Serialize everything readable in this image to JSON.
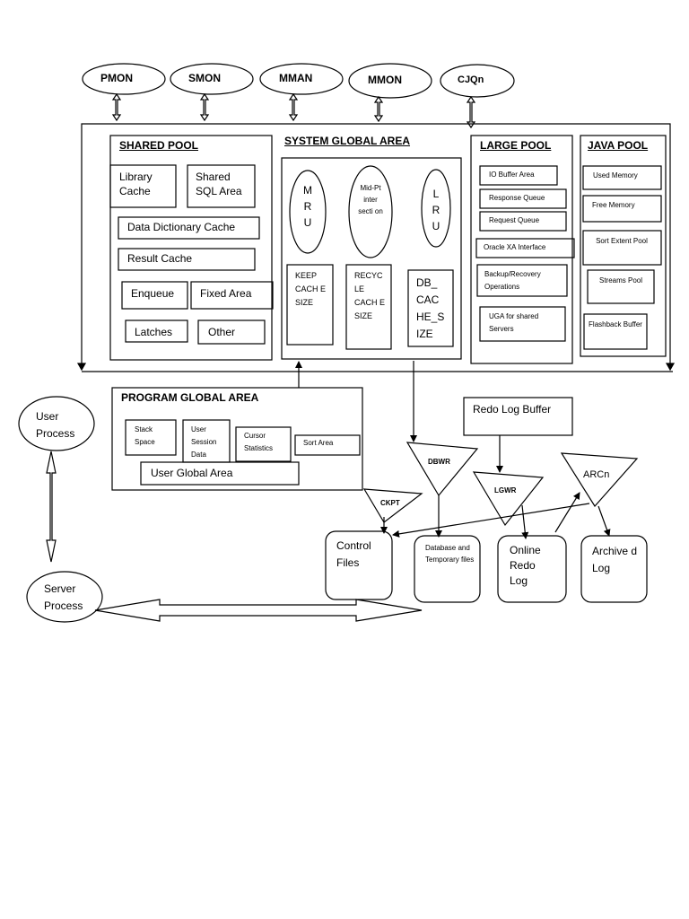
{
  "background_processes": [
    "PMON",
    "SMON",
    "MMAN",
    "MMON",
    "CJQn"
  ],
  "shared_pool": {
    "title": "SHARED POOL",
    "library_cache": "Library Cache",
    "shared_sql_area": "Shared SQL Area",
    "data_dictionary_cache": "Data Dictionary Cache",
    "result_cache": "Result Cache",
    "enqueue": "Enqueue",
    "fixed_area": "Fixed Area",
    "latches": "Latches",
    "other": "Other"
  },
  "sga": {
    "title": "SYSTEM GLOBAL AREA",
    "mru": "M R U",
    "midpoint": "Mid-Pt inter secti on",
    "lru": "L R U",
    "keep_cache": "KEEP CACH E SIZE",
    "recycle_cache": "RECYC LE CACH E SIZE",
    "db_cache": "DB_ CAC HE_S IZE"
  },
  "large_pool": {
    "title": "LARGE POOL",
    "items": [
      "IO Buffer Area",
      "Response Queue",
      "Request Queue",
      "Oracle XA Interface",
      "Backup/Recovery Operations",
      "UGA for shared Servers"
    ]
  },
  "java_pool": {
    "title": "JAVA POOL",
    "items": [
      "Used Memory",
      "Free Memory",
      "Sort Extent Pool",
      "Streams Pool",
      "Flashback Buffer"
    ]
  },
  "pga": {
    "title": "PROGRAM GLOBAL AREA",
    "stack_space": "Stack Space",
    "user_session_data": "User Session Data",
    "cursor_statistics": "Cursor Statistics",
    "sort_area": "Sort Area",
    "user_global_area": "User Global Area"
  },
  "redo_log_buffer": "Redo Log Buffer",
  "writers": {
    "dbwr": "DBWR",
    "lgwr": "LGWR",
    "ckpt": "CKPT",
    "arcn": "ARCn"
  },
  "files": {
    "control_files": "Control Files",
    "database_files": "Database and Temporary files",
    "online_redo_log": "Online Redo Log",
    "archived_log": "Archive d Log"
  },
  "processes": {
    "user_process": "User Process",
    "server_process": "Server Process"
  }
}
